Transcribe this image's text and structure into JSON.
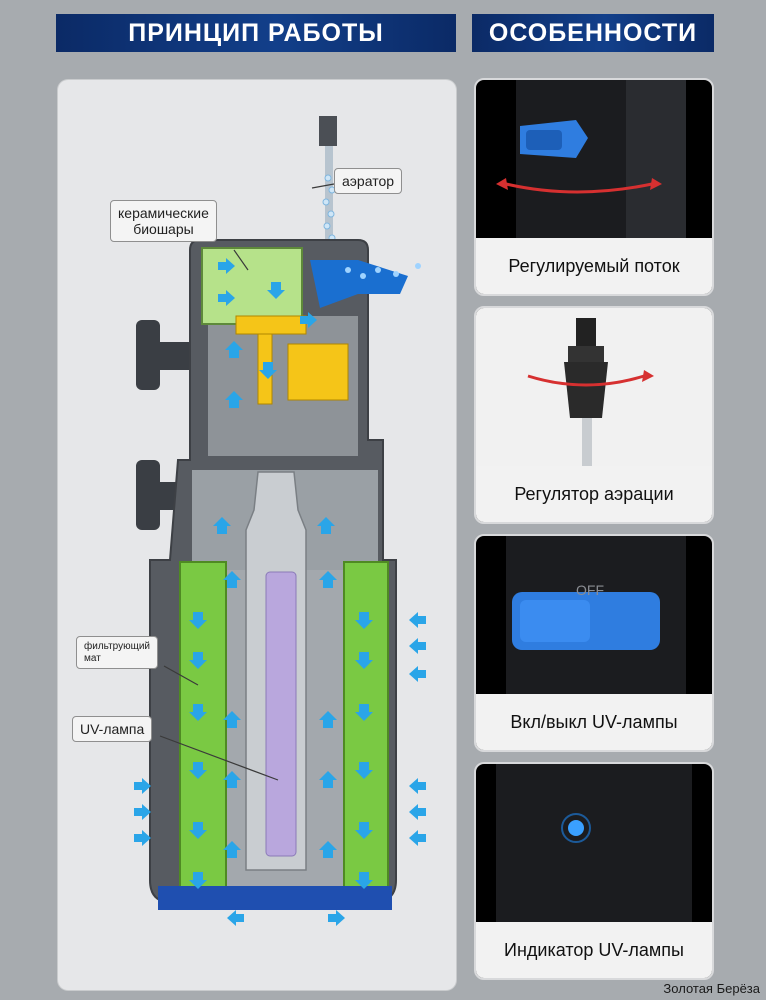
{
  "headers": {
    "left": "ПРИНЦИП РАБОТЫ",
    "right": "ОСОБЕННОСТИ"
  },
  "diagram": {
    "labels": {
      "aerator": "аэратор",
      "bioballs": "керамические\nбиошары",
      "filter_mat": "фильтрующий\nмат",
      "uv_lamp": "UV-лампа"
    }
  },
  "features": [
    {
      "caption": "Регулируемый поток"
    },
    {
      "caption": "Регулятор аэрации"
    },
    {
      "caption": "Вкл/выкл UV-лампы",
      "switch_text": "OFF"
    },
    {
      "caption": "Индикатор UV-лампы"
    }
  ],
  "watermark": "Золотая Берёза",
  "colors": {
    "header_bg": "#0b2a66",
    "filter_green": "#7ac943",
    "bioball_green": "#b6e28a",
    "water_blue": "#1a6fd0",
    "lamp_violet": "#b9a7dd",
    "yellow_part": "#f5c518",
    "indicator_blue": "#3aa0ff"
  }
}
